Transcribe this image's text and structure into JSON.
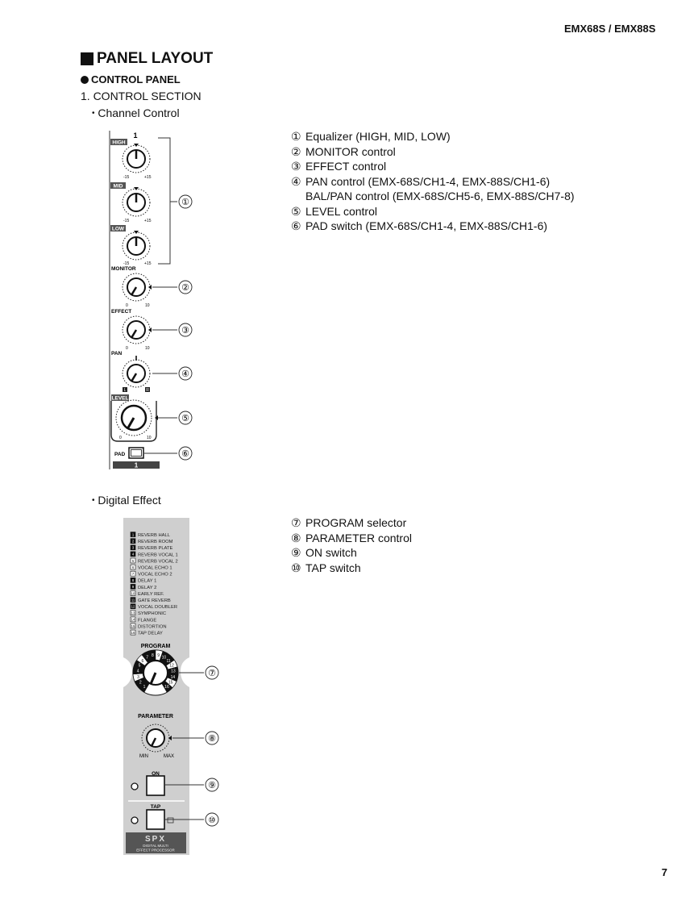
{
  "header": {
    "model": "EMX68S / EMX88S"
  },
  "section_title": "PANEL LAYOUT",
  "subsection_title": "CONTROL PANEL",
  "section_1": "1. CONTROL SECTION",
  "channel_control": {
    "heading": "Channel Control",
    "channel_number": "1",
    "labels": {
      "high": "HIGH",
      "mid": "MID",
      "low": "LOW",
      "monitor": "MONITOR",
      "effect": "EFFECT",
      "pan": "PAN",
      "level": "LEVEL",
      "pad": "PAD"
    },
    "scale": {
      "eq_min": "-15",
      "eq_max": "+15",
      "min0": "0",
      "max10": "10",
      "pan_l": "L",
      "pan_r": "R"
    },
    "callouts": [
      "①",
      "②",
      "③",
      "④",
      "⑤",
      "⑥"
    ],
    "legend": [
      {
        "num": "①",
        "text": "Equalizer (HIGH, MID, LOW)"
      },
      {
        "num": "②",
        "text": "MONITOR control"
      },
      {
        "num": "③",
        "text": "EFFECT control"
      },
      {
        "num": "④",
        "text": "PAN control (EMX-68S/CH1-4, EMX-88S/CH1-6)"
      },
      {
        "num": "",
        "text": "BAL/PAN control (EMX-68S/CH5-6, EMX-88S/CH7-8)"
      },
      {
        "num": "⑤",
        "text": "LEVEL control"
      },
      {
        "num": "⑥",
        "text": "PAD switch (EMX-68S/CH1-4, EMX-88S/CH1-6)"
      }
    ]
  },
  "digital_effect": {
    "heading": "Digital Effect",
    "programs": [
      {
        "n": "1",
        "name": "REVERB HALL"
      },
      {
        "n": "2",
        "name": "REVERB ROOM"
      },
      {
        "n": "3",
        "name": "REVERB PLATE"
      },
      {
        "n": "4",
        "name": "REVERB VOCAL 1"
      },
      {
        "n": "5",
        "name": "REVERB VOCAL 2"
      },
      {
        "n": "6",
        "name": "VOCAL ECHO 1"
      },
      {
        "n": "7",
        "name": "VOCAL ECHO 2"
      },
      {
        "n": "8",
        "name": "DELAY 1"
      },
      {
        "n": "9",
        "name": "DELAY 2"
      },
      {
        "n": "10",
        "name": "EARLY REF."
      },
      {
        "n": "11",
        "name": "GATE REVERB"
      },
      {
        "n": "12",
        "name": "VOCAL DOUBLER"
      },
      {
        "n": "13",
        "name": "SYMPHONIC"
      },
      {
        "n": "14",
        "name": "FLANGE"
      },
      {
        "n": "15",
        "name": "DISTORTION"
      },
      {
        "n": "16",
        "name": "TAP DELAY"
      }
    ],
    "labels": {
      "program": "PROGRAM",
      "parameter": "PARAMETER",
      "min": "MIN",
      "max": "MAX",
      "on": "ON",
      "tap": "TAP"
    },
    "brand": "SPX",
    "brand_sub1": "DIGITAL MULTI",
    "brand_sub2": "EFFECT PROCESSOR",
    "callouts": [
      "⑦",
      "⑧",
      "⑨",
      "⑩"
    ],
    "legend": [
      {
        "num": "⑦",
        "text": "PROGRAM selector"
      },
      {
        "num": "⑧",
        "text": "PARAMETER control"
      },
      {
        "num": "⑨",
        "text": "ON switch"
      },
      {
        "num": "⑩",
        "text": "TAP switch"
      }
    ]
  },
  "page_number": "7"
}
